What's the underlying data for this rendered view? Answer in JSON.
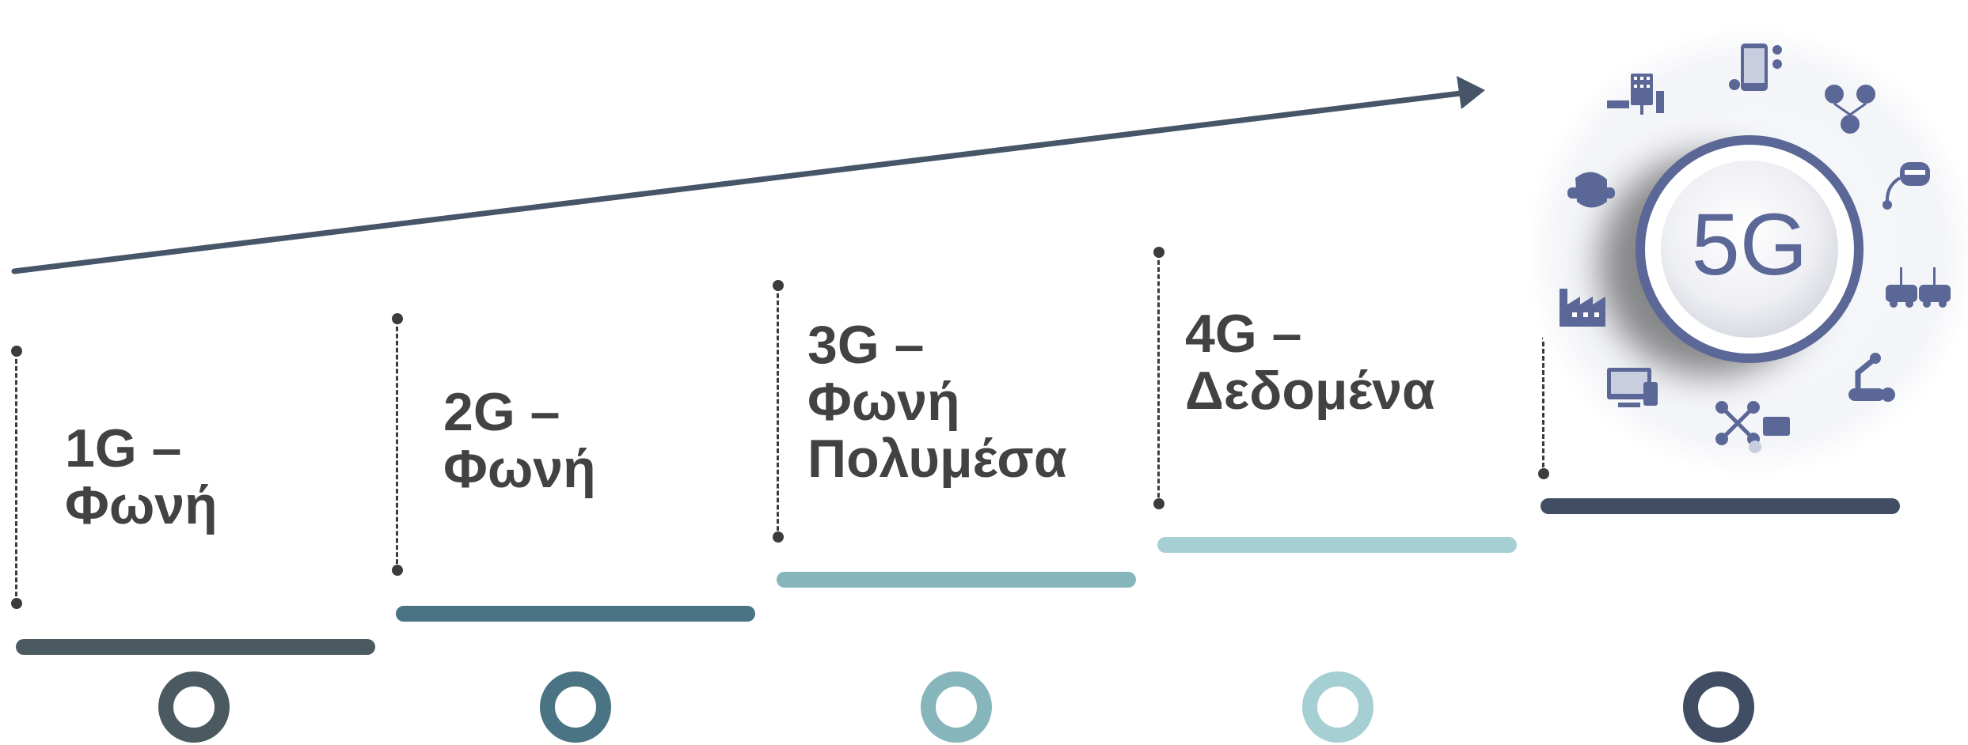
{
  "stages": [
    {
      "label_lines": [
        "1G –",
        "Φωνή"
      ],
      "color": "#4a5a60",
      "ring_color": "#4a5a60"
    },
    {
      "label_lines": [
        "2G –",
        "Φωνή"
      ],
      "color": "#4a7383",
      "ring_color": "#4a7383"
    },
    {
      "label_lines": [
        "3G –",
        "Φωνή",
        "Πολυμέσα"
      ],
      "color": "#86b6bb",
      "ring_color": "#86b6bb"
    },
    {
      "label_lines": [
        "4G –",
        "Δεδομένα"
      ],
      "color": "#a6cfd3",
      "ring_color": "#a6cfd3"
    },
    {
      "color": "#404d63",
      "ring_color": "#404d63"
    }
  ],
  "badge": {
    "text": "5G",
    "accent": "#5b6796"
  },
  "arrow": {
    "color": "#475569"
  },
  "icons": [
    "city-buildings-icon",
    "smartphone-icon",
    "smart-home-audio-icon",
    "vr-headset-icon",
    "remote-health-icon",
    "factory-icon",
    "connected-cars-icon",
    "monitor-devices-icon",
    "drone-icon",
    "robot-arm-icon"
  ]
}
